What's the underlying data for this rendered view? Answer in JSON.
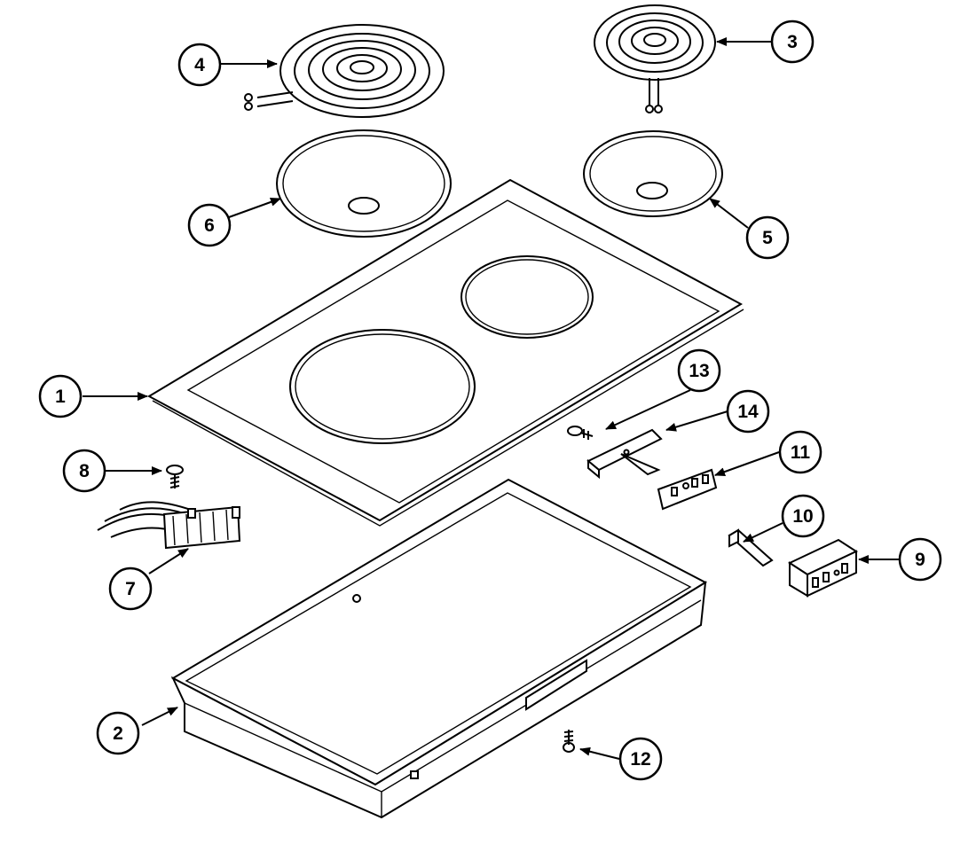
{
  "callouts": [
    {
      "id": "c1",
      "label": "1"
    },
    {
      "id": "c2",
      "label": "2"
    },
    {
      "id": "c3",
      "label": "3"
    },
    {
      "id": "c4",
      "label": "4"
    },
    {
      "id": "c5",
      "label": "5"
    },
    {
      "id": "c6",
      "label": "6"
    },
    {
      "id": "c7",
      "label": "7"
    },
    {
      "id": "c8",
      "label": "8"
    },
    {
      "id": "c9",
      "label": "9"
    },
    {
      "id": "c10",
      "label": "10"
    },
    {
      "id": "c11",
      "label": "11"
    },
    {
      "id": "c12",
      "label": "12"
    },
    {
      "id": "c13",
      "label": "13"
    },
    {
      "id": "c14",
      "label": "14"
    }
  ],
  "colors": {
    "line": "#000000",
    "background": "#ffffff"
  }
}
